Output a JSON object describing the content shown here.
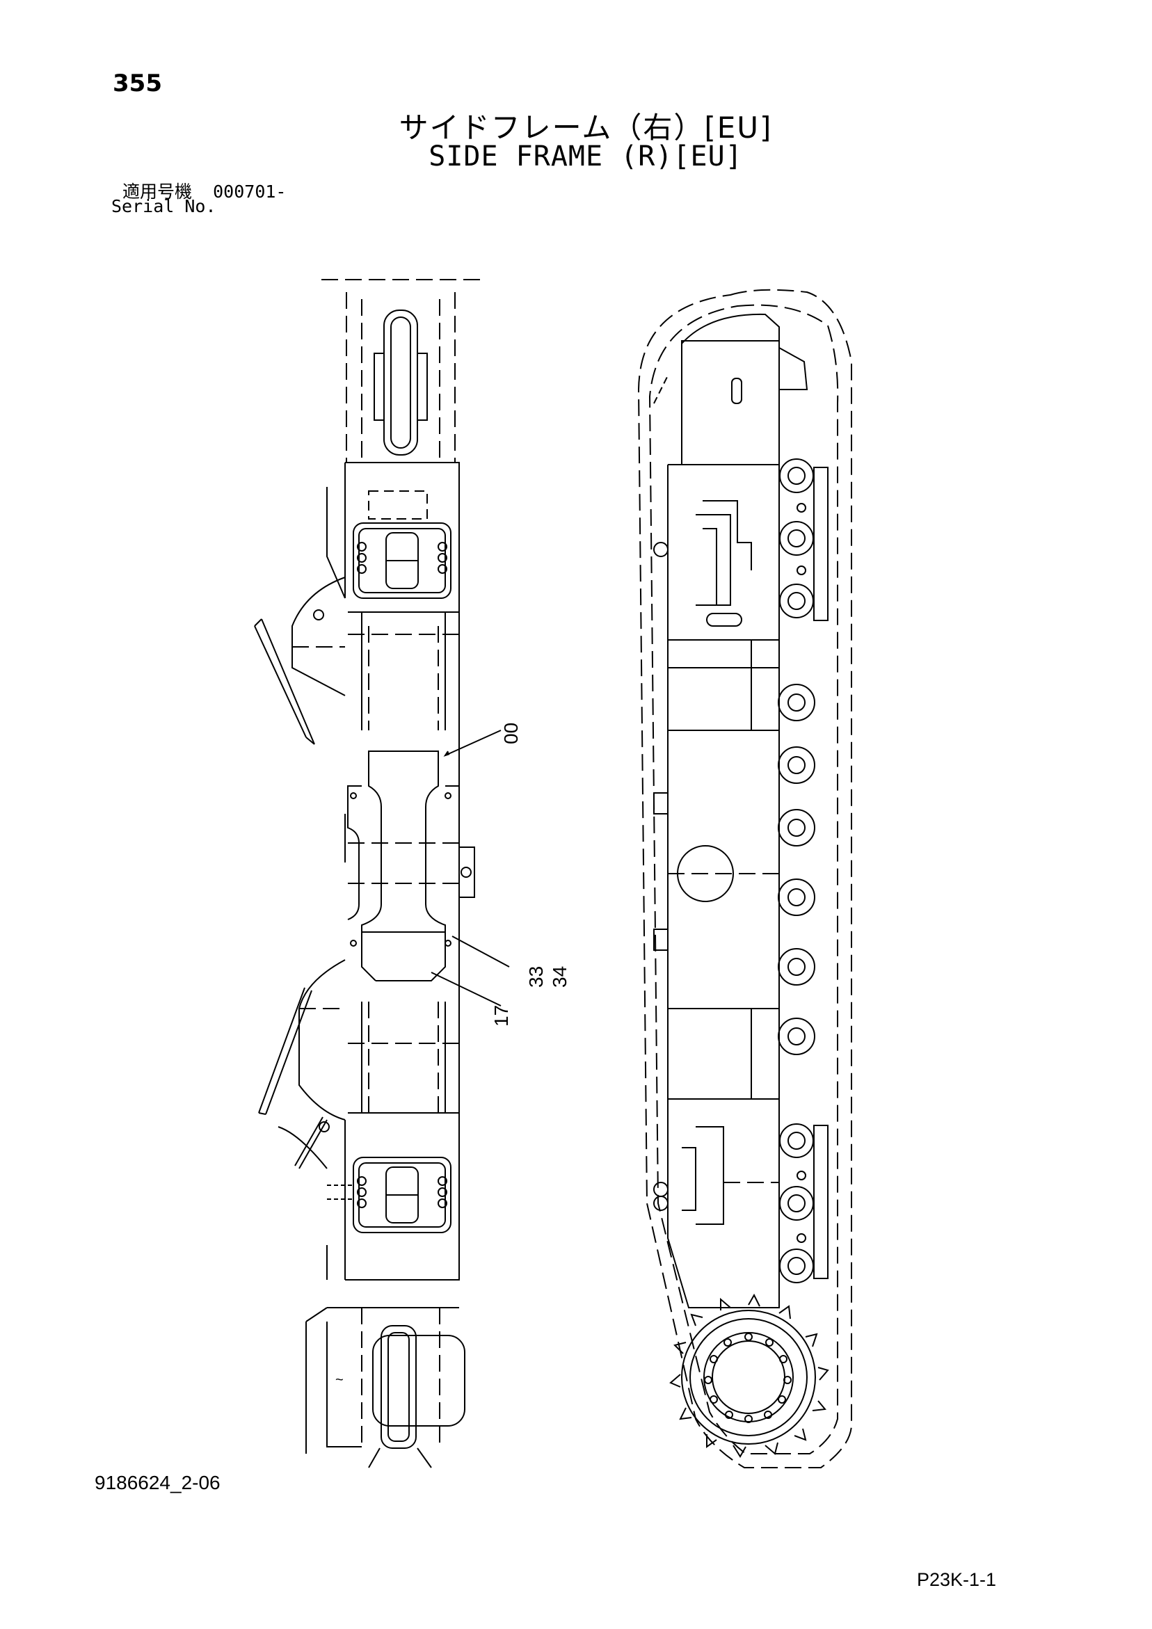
{
  "header": {
    "page_number": "355",
    "title_jp": "サイドフレーム（右）[EU]",
    "title_en": "SIDE FRAME (R)[EU]",
    "serial_label_jp": "適用号機",
    "serial_value": "000701-",
    "serial_label_en": "Serial No."
  },
  "callouts": {
    "c00": "00",
    "c33": "33",
    "c34": "34",
    "c17": "17"
  },
  "footer": {
    "document_code": "9186624_2-06",
    "sheet_code": "P23K-1-1"
  }
}
